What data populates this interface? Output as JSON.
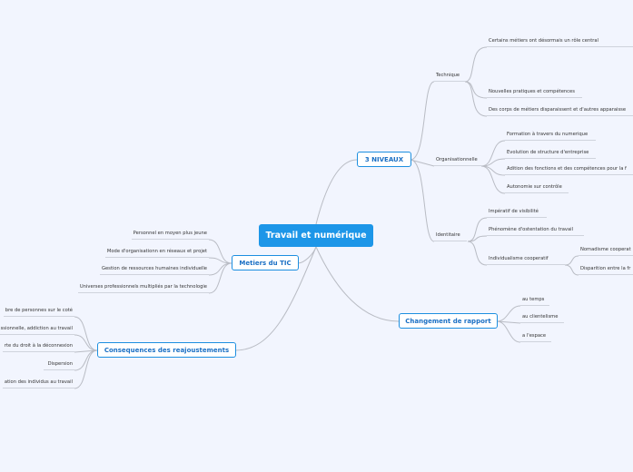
{
  "central": "Travail et numérique",
  "branches": {
    "niveaux": {
      "label": "3 NIVEAUX",
      "technique": {
        "label": "Technique",
        "items": [
          "Certains métiers ont désormais un rôle central",
          "Nouvelles pratiques et compétences",
          "Des corps de métiers disparaissent et d'autres apparaisse"
        ]
      },
      "organisationnelle": {
        "label": "Organisationnelle",
        "items": [
          "Formation à travers du numerique",
          "Evolution de structure d'entreprise",
          "Adition des fonctions et des compétences pour la f",
          "Autonomie sur contrôle"
        ]
      },
      "identitaire": {
        "label": "Identitaire",
        "items": [
          "Impératif de visibilité",
          "Phénomène d'ostentation du travail",
          "Individualisme cooperatif"
        ],
        "individualisme": [
          "Nomadisme cooperat",
          "Disparition entre la fr"
        ]
      }
    },
    "metiers": {
      "label": "Metiers du TIC",
      "items": [
        "Personnel en moyen plus jeune",
        "Mode d'organisationn en réseaux et projet",
        "Gestion de ressources humaines individuelle",
        "Universes professionnels multipliés par la technologie"
      ]
    },
    "changement": {
      "label": "Changement de rapport",
      "items": [
        "au temps",
        "au clientelisme",
        "a l'espace"
      ]
    },
    "consequences": {
      "label": "Consequences des reajoustements",
      "items": [
        "bre de personnes sur le coté",
        "ssionnelle, addiction au travail",
        "rte du droit à la déconnexion",
        "Dispersion",
        "ation des individus au travail"
      ]
    }
  },
  "colors": {
    "central": "#1d96e8",
    "border": "#1d8fe0",
    "text": "#1a6fc4",
    "background": "#f2f5fe"
  }
}
